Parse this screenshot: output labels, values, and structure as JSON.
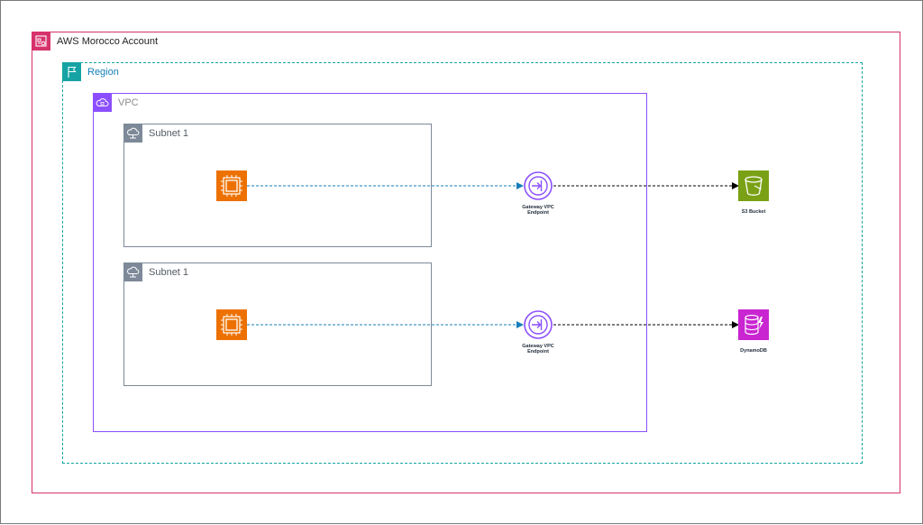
{
  "groups": {
    "account": {
      "label": "AWS Morocco Account",
      "icon": "account-icon",
      "color": "#d6336c"
    },
    "region": {
      "label": "Region",
      "icon": "region-flag-icon",
      "color": "#16a3a3"
    },
    "vpc": {
      "label": "VPC",
      "icon": "vpc-cloud-icon",
      "color": "#8c4fff"
    },
    "subnets": [
      {
        "label": "Subnet 1",
        "icon": "subnet-icon",
        "color": "#7d8998"
      },
      {
        "label": "Subnet 1",
        "icon": "subnet-icon",
        "color": "#7d8998"
      }
    ]
  },
  "nodes": {
    "ec2_instances": [
      {
        "icon": "ec2-instance-icon",
        "color": "#ed7100"
      },
      {
        "icon": "ec2-instance-icon",
        "color": "#ed7100"
      }
    ],
    "endpoints": [
      {
        "line1": "Gateway VPC",
        "line2": "Endpoint",
        "icon": "vpc-endpoint-icon",
        "color": "#8c4fff"
      },
      {
        "line1": "Gateway VPC",
        "line2": "Endpoint",
        "icon": "vpc-endpoint-icon",
        "color": "#8c4fff"
      }
    ],
    "s3": {
      "label": "S3 Bucket",
      "icon": "s3-bucket-icon",
      "color": "#7aa116"
    },
    "dynamodb": {
      "label": "DynamoDB",
      "icon": "dynamodb-icon",
      "color": "#c925d1"
    }
  },
  "connectors": {
    "instance_to_endpoint_color": "#147eba",
    "endpoint_to_service_color": "#000000"
  }
}
